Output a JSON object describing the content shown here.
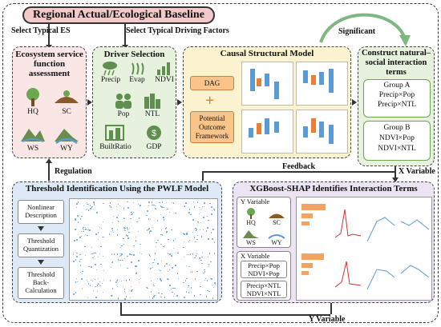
{
  "title": "Regional Actual/Ecological Baseline",
  "labels": {
    "select_es": "Select Typical ES",
    "select_drivers": "Select Typical Driving Factors",
    "significant": "Significant",
    "regulation": "Regulation",
    "feedback": "Feedback",
    "x_variable": "X Variable",
    "y_variable": "Y Variable"
  },
  "ecosystem": {
    "title": "Ecosystem service function assessment",
    "items": [
      "HQ",
      "SC",
      "WS",
      "WY"
    ]
  },
  "drivers": {
    "title": "Driver Selection",
    "items": [
      "Precip",
      "Evap",
      "NDVI",
      "Pop",
      "NTL",
      "BuiltRatio",
      "GDP"
    ]
  },
  "causal": {
    "title": "Causal Structural Model",
    "dag": "DAG",
    "plus": "+",
    "framework": "Potential Outcome Framework"
  },
  "interaction": {
    "title": "Construct natural–social interaction terms",
    "group_a": {
      "title": "Group A",
      "items": [
        "Precip×Pop",
        "Precip×NTL"
      ]
    },
    "group_b": {
      "title": "Group B",
      "items": [
        "NDVI×Pop",
        "NDVI×NTL"
      ]
    }
  },
  "threshold": {
    "title": "Threshold Identification Using the PWLF Model",
    "steps": [
      "Nonlinear Description",
      "Threshold Quantization",
      "Threshold Back-Calculation"
    ]
  },
  "xgb": {
    "title": "XGBoost-SHAP Identifies Interaction Terms",
    "y_variable": "Y Variable",
    "y_items": [
      "HQ",
      "SC",
      "WS",
      "WY"
    ],
    "x_variable": "X Variable",
    "x_group1": [
      "Precip×Pop",
      "NDVI×Pop"
    ],
    "x_group2": [
      "Precip×NTL",
      "NDVI×NTL"
    ]
  },
  "colors": {
    "title_bg": "#f3c9c9",
    "eco_bg": "#fbe6e6",
    "driver_bg": "#e6f2de",
    "causal_bg": "#fbf3cf",
    "interaction_bg": "#e6f2de",
    "threshold_bg": "#dde9f6",
    "xgb_bg": "#ece3f3",
    "accent_orange": "#f9c48a",
    "accent_green": "#6aa84f"
  }
}
